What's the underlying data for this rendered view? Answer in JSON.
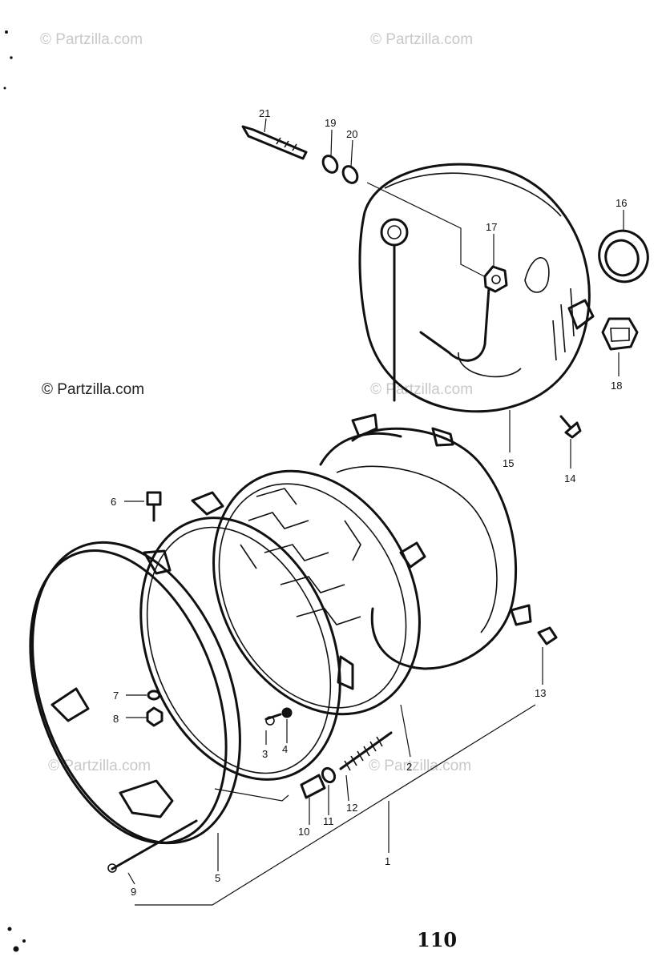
{
  "page_number": "110",
  "watermarks": [
    "© Partzilla.com",
    "© Partzilla.com",
    "© Partzilla.com",
    "© Partzilla.com",
    "© Partzilla.com",
    "© Partzilla.com"
  ],
  "callouts": [
    "21",
    "19",
    "20",
    "17",
    "16",
    "18",
    "15",
    "14",
    "6",
    "7",
    "8",
    "3",
    "4",
    "2",
    "13",
    "10",
    "11",
    "12",
    "1",
    "9",
    "5"
  ]
}
